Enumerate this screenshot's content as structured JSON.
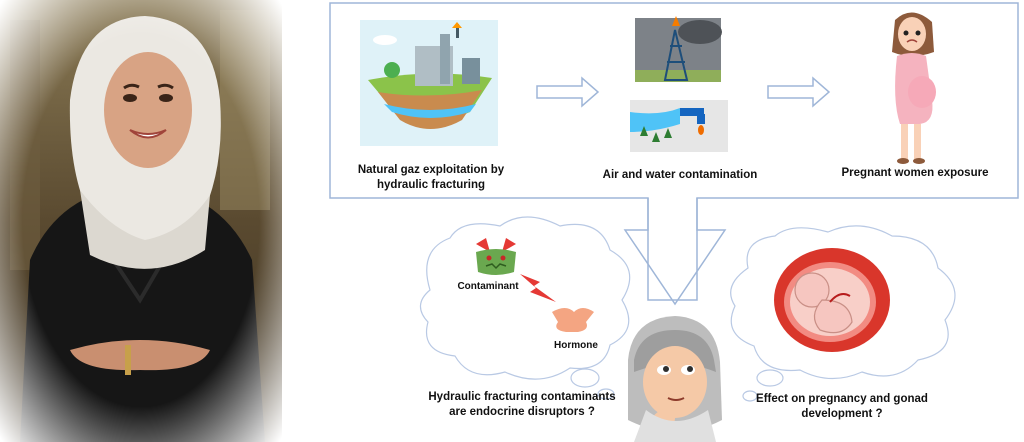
{
  "steps": {
    "extraction": "Natural gaz exploitation by hydraulic fracturing",
    "contamination": "Air and water contamination",
    "exposure": "Pregnant women exposure"
  },
  "thoughts": {
    "contaminant": "Contaminant",
    "hormone": "Hormone",
    "question_disruptors": "Hydraulic fracturing contaminants are endocrine disruptors ?",
    "question_pregnancy": "Effect on pregnancy and gonad development ?"
  },
  "colors": {
    "arrow_stroke": "#9fb6d8",
    "cloud_stroke": "#b9c9e4",
    "contaminant_green": "#6aa84f",
    "contaminant_red": "#e53935",
    "hormone_orange": "#f4a582",
    "uterus_red": "#d9362b",
    "fetus_skin": "#f6c6c0"
  },
  "icons": [
    "portrait-photo",
    "fracking-island-icon",
    "oil-derrick-icon",
    "water-faucet-icon",
    "pregnant-woman-icon",
    "contaminant-icon",
    "lightning-icon",
    "hormone-icon",
    "fetus-in-uterus-icon",
    "thinking-woman-avatar"
  ]
}
